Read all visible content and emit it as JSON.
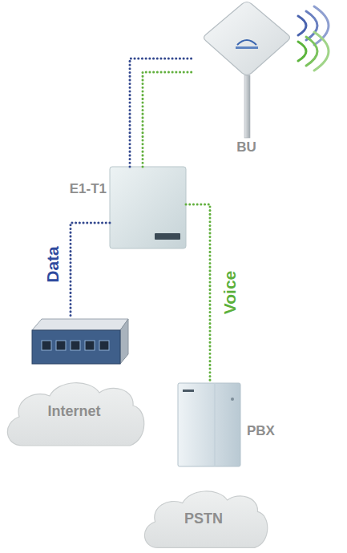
{
  "diagram": {
    "nodes": [
      {
        "text": [
          "BU"
        ]
      },
      {
        "text": [
          "E1-T1"
        ]
      },
      {
        "text": [
          "Internet"
        ]
      },
      {
        "text": [
          "PBX"
        ]
      },
      {
        "text": [
          "PSTN"
        ]
      }
    ],
    "edges": [
      {
        "from": 1,
        "to": 0,
        "arrow": "none"
      },
      {
        "from": 1,
        "to": 0,
        "arrow": "none"
      },
      {
        "from": 1,
        "to": 2,
        "label": "Data",
        "arrow": "none"
      },
      {
        "from": 1,
        "to": 3,
        "label": "Voice",
        "arrow": "none"
      }
    ]
  }
}
